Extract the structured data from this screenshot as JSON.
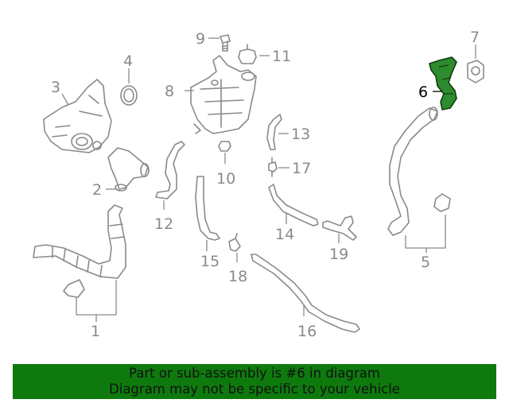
{
  "diagram": {
    "callouts": [
      "1",
      "2",
      "3",
      "4",
      "5",
      "6",
      "7",
      "8",
      "9",
      "10",
      "11",
      "12",
      "13",
      "14",
      "15",
      "16",
      "17",
      "18",
      "19"
    ],
    "highlighted_callout": "6",
    "highlight_color": "#2e8b2e"
  },
  "banner": {
    "line1": "Part or sub-assembly is #6 in diagram",
    "line2": "Diagram may not be specific to your vehicle",
    "background": "#0e7a0e"
  }
}
